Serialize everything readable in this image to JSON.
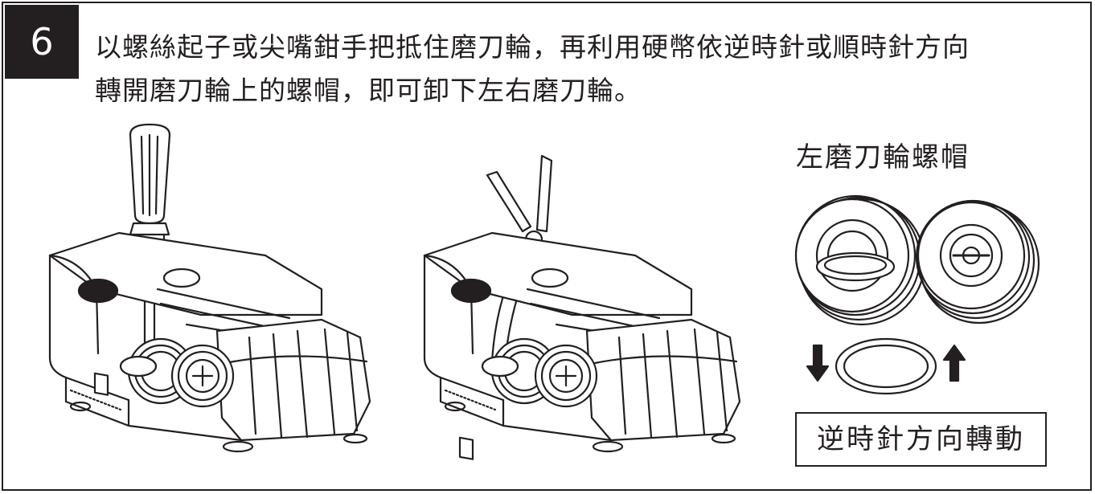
{
  "step": {
    "number": "6"
  },
  "instruction": {
    "line1": "以螺絲起子或尖嘴鉗手把抵住磨刀輪，再利用硬幣依逆時針或順時針方向",
    "line2": "轉開磨刀輪上的螺帽，即可卸下左右磨刀輪。"
  },
  "callout": {
    "title": "左磨刀輪螺帽",
    "direction_label": "逆時針方向轉動"
  },
  "colors": {
    "ink": "#231f20",
    "paper": "#ffffff"
  }
}
